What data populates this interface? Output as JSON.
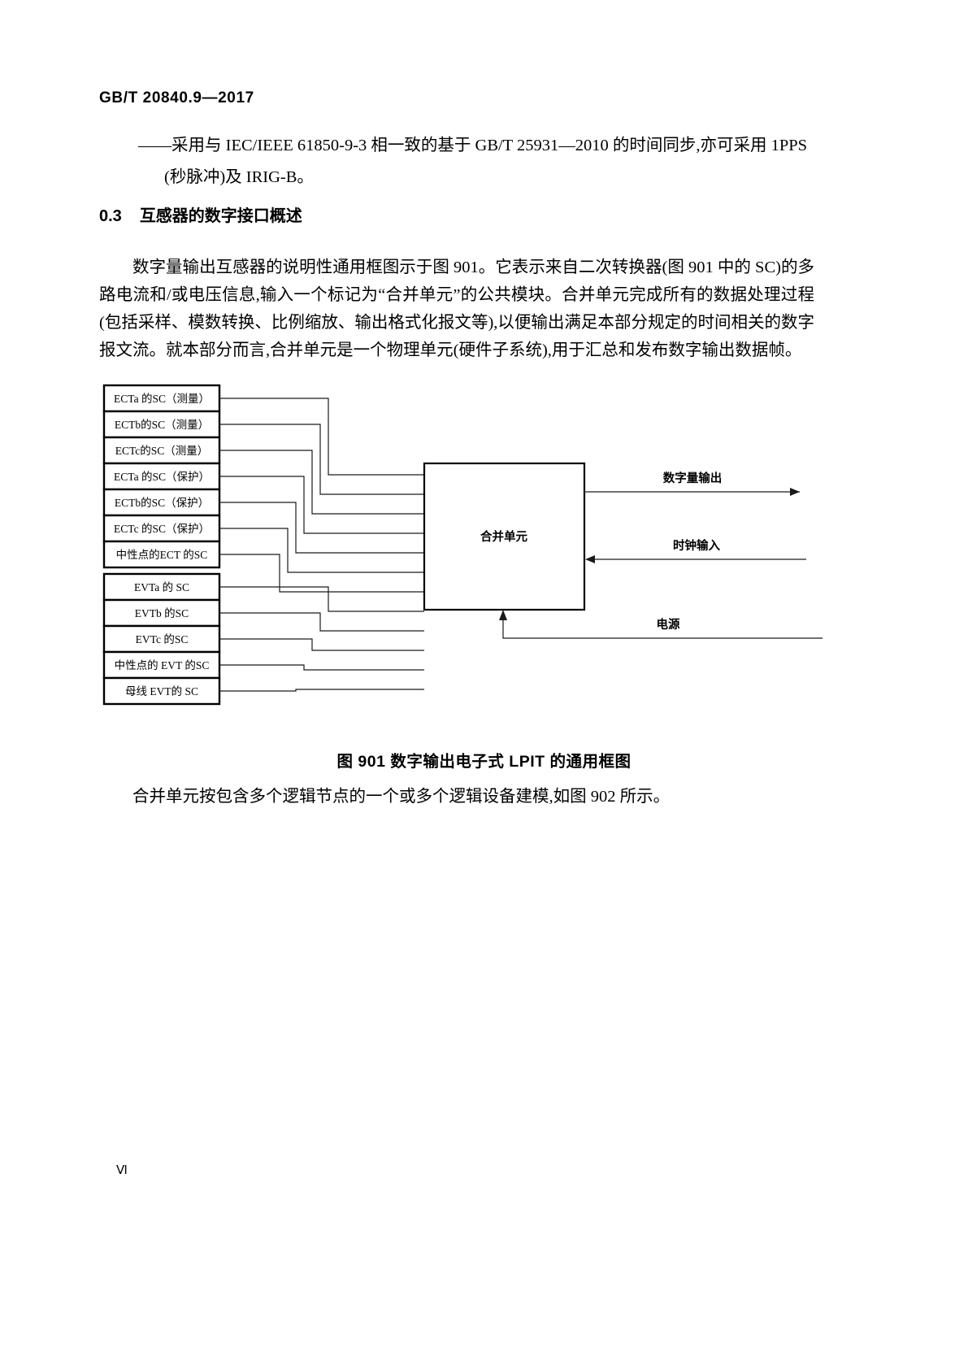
{
  "document": {
    "running_head": "GB/T 20840.9—2017",
    "folio": "Ⅵ"
  },
  "dash_item": {
    "line1": "——采用与 IEC/IEEE 61850-9-3 相一致的基于 GB/T 25931—2010 的时间同步,亦可采用 1PPS",
    "line2": "(秒脉冲)及 IRIG-B。"
  },
  "section": {
    "number": "0.3",
    "title": "互感器的数字接口概述"
  },
  "paragraphs": {
    "intro": "数字量输出互感器的说明性通用框图示于图 901。它表示来自二次转换器(图 901 中的 SC)的多路电流和/或电压信息,输入一个标记为“合并单元”的公共模块。合并单元完成所有的数据处理过程(包括采样、模数转换、比例缩放、输出格式化报文等),以便输出满足本部分规定的时间相关的数字报文流。就本部分而言,合并单元是一个物理单元(硬件子系统),用于汇总和发布数字输出数据帧。",
    "after_figure": "合并单元按包含多个逻辑节点的一个或多个逻辑设备建模,如图 902 所示。"
  },
  "figure": {
    "caption": "图 901   数字输出电子式 LPIT 的通用框图",
    "merging_unit_label": "合并单元",
    "source_boxes_ect": [
      "ECTa 的SC（测量）",
      "ECTb的SC（测量）",
      "ECTc的SC（测量）",
      "ECTa 的SC（保护）",
      "ECTb的SC（保护）",
      "ECTc 的SC（保护）",
      "中性点的ECT 的SC"
    ],
    "source_boxes_evt": [
      "EVTa 的 SC",
      "EVTb 的SC",
      "EVTc 的SC",
      "中性点的 EVT 的SC",
      "母线 EVT的 SC"
    ],
    "io_labels": {
      "digital_output": "数字量输出",
      "clock_input": "时钟输入",
      "power_supply": "电源"
    }
  },
  "colors": {
    "ink": "#000000",
    "paper": "#ffffff",
    "line": "#1a1a1a"
  }
}
